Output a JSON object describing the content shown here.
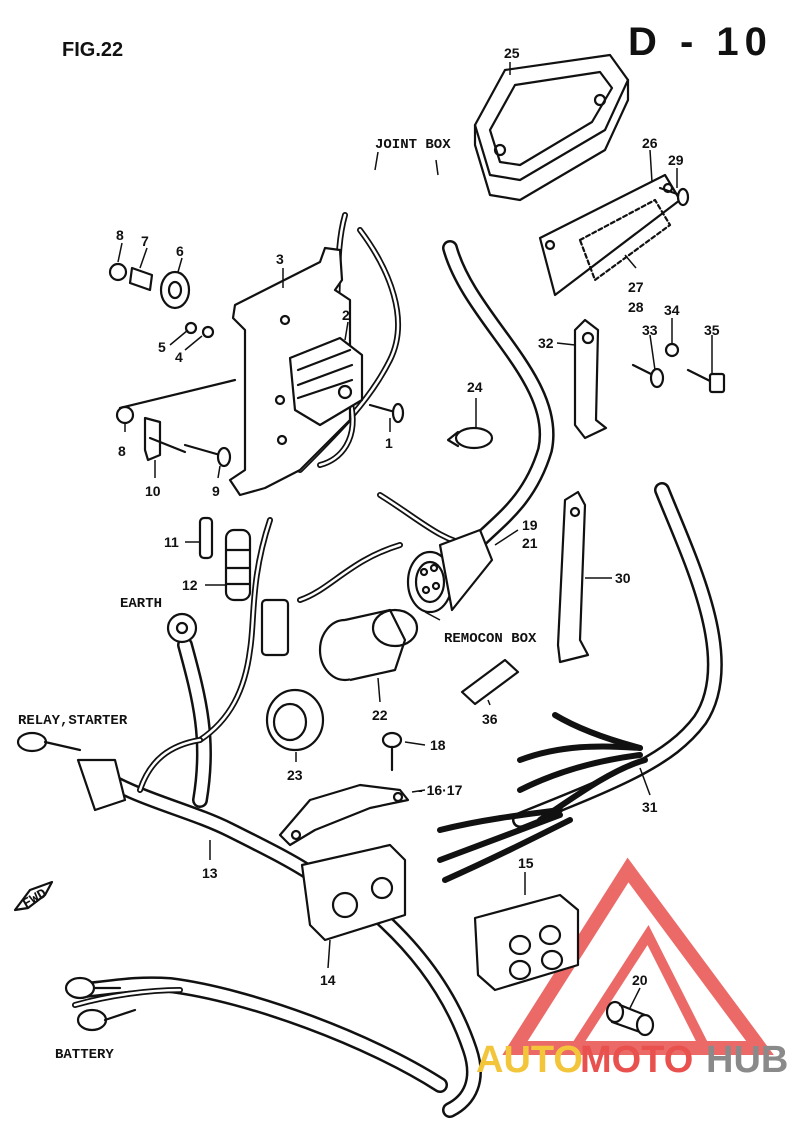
{
  "figure": {
    "fig_label": "FIG.22",
    "page_code": "D - 10"
  },
  "labels": {
    "joint_box": "JOINT BOX",
    "remocon_box": "REMOCON BOX",
    "earth": "EARTH",
    "relay_starter": "RELAY,STARTER",
    "battery": "BATTERY",
    "fwd": "FWD"
  },
  "parts": [
    "1",
    "2",
    "3",
    "4",
    "5",
    "6",
    "7",
    "8",
    "8",
    "9",
    "10",
    "11",
    "12",
    "13",
    "14",
    "15",
    "16·17",
    "18",
    "19",
    "21",
    "20",
    "22",
    "23",
    "24",
    "25",
    "26",
    "27",
    "28",
    "29",
    "30",
    "31",
    "32",
    "33",
    "34",
    "35",
    "36"
  ],
  "watermark": {
    "part1": "AUTO",
    "part2": "MOTO",
    "part3": "HUB",
    "colors": {
      "yellow": "#f3c53a",
      "red": "#e8514d",
      "gray": "#8a8a8a"
    }
  }
}
